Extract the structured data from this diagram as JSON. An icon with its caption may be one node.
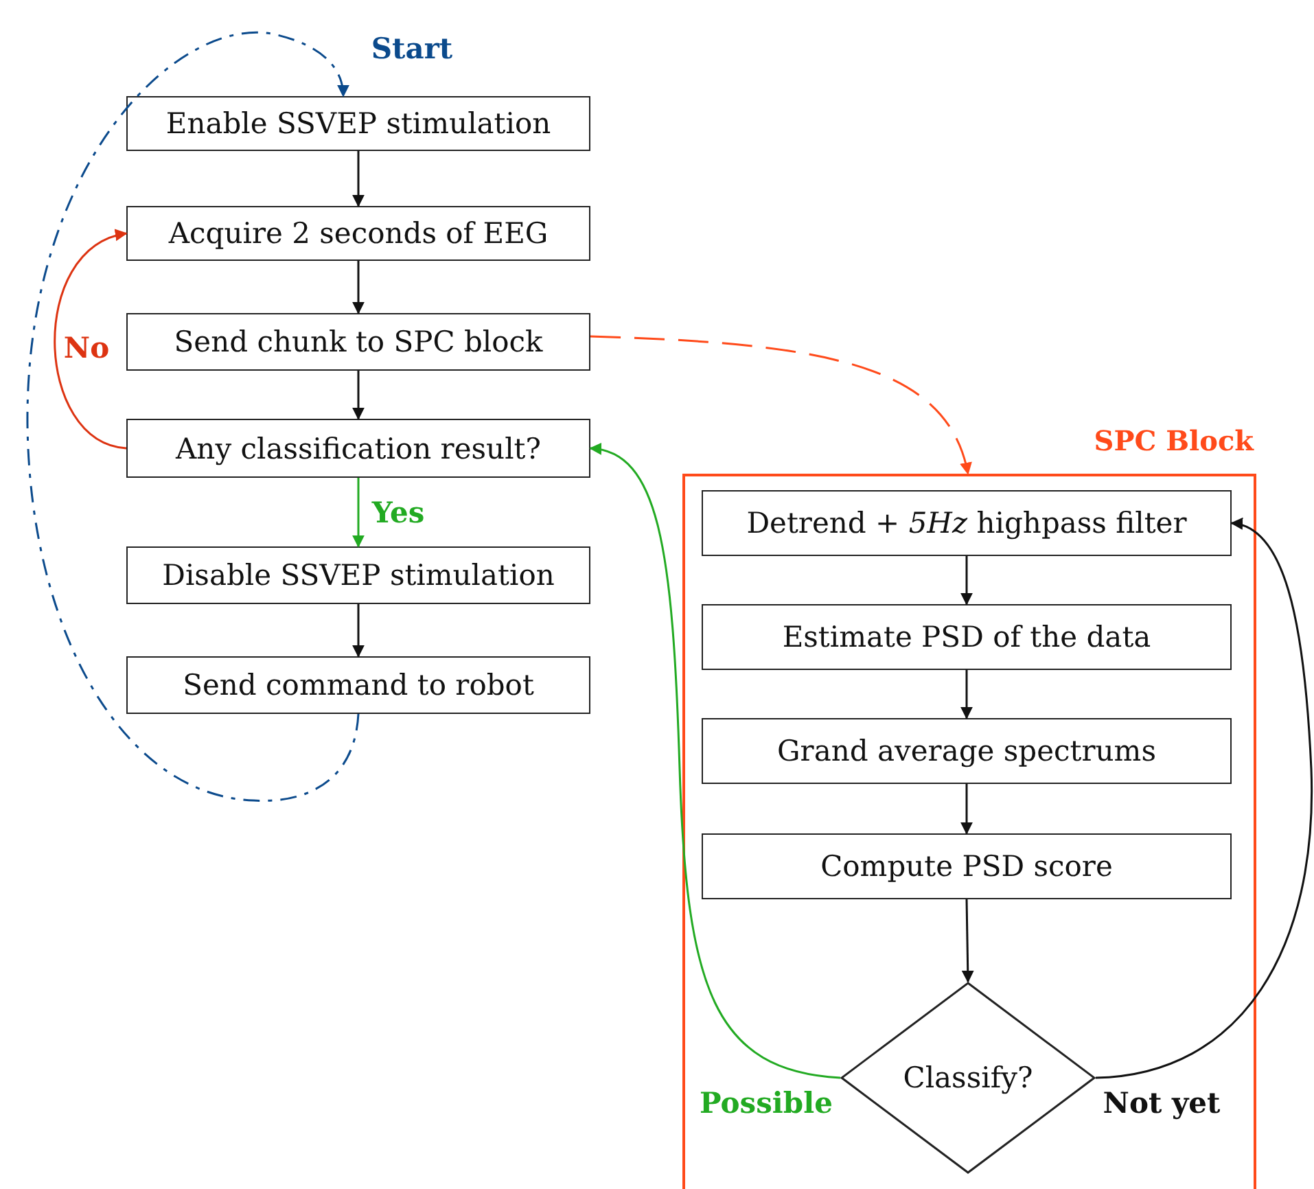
{
  "diagram": {
    "nodes": [
      {
        "text": [
          "Enable SSVEP stimulation"
        ]
      },
      {
        "text": [
          "Acquire 2 seconds of EEG"
        ]
      },
      {
        "text": [
          "Send chunk to SPC block"
        ]
      },
      {
        "text": [
          "Any classification result?"
        ]
      },
      {
        "text": [
          "Disable SSVEP stimulation"
        ]
      },
      {
        "text": [
          "Send command to robot"
        ]
      },
      {
        "text": [
          "SPC Block"
        ]
      },
      {
        "text": [
          "Detrend + *5Hz* highpass filter"
        ],
        "in": 6
      },
      {
        "text": [
          "Estimate PSD of the data"
        ],
        "in": 6
      },
      {
        "text": [
          "Grand average spectrums"
        ],
        "in": 6
      },
      {
        "text": [
          "Compute PSD score"
        ],
        "in": 6
      },
      {
        "text": [
          "Classify?"
        ],
        "in": 6
      }
    ],
    "edges": [
      {
        "from": 0,
        "to": 1,
        "arrow": "to"
      },
      {
        "from": 1,
        "to": 2,
        "arrow": "to"
      },
      {
        "from": 2,
        "to": 3,
        "arrow": "to"
      },
      {
        "from": 3,
        "to": 4,
        "arrow": "to",
        "label": "Yes",
        "color": "#22aa22"
      },
      {
        "from": 4,
        "to": 5,
        "arrow": "to"
      },
      {
        "from": 5,
        "to": 0,
        "arrow": "to",
        "label": "Start",
        "style": "dashed",
        "color": "#0b4a8c"
      },
      {
        "from": 3,
        "to": 1,
        "arrow": "to",
        "label": "No",
        "color": "#dd3311"
      },
      {
        "from": 2,
        "to": 6,
        "arrow": "to",
        "style": "dashed",
        "color": "#ff4a1a"
      },
      {
        "from": 7,
        "to": 8,
        "arrow": "to"
      },
      {
        "from": 8,
        "to": 9,
        "arrow": "to"
      },
      {
        "from": 9,
        "to": 10,
        "arrow": "to"
      },
      {
        "from": 10,
        "to": 11,
        "arrow": "to"
      },
      {
        "from": 11,
        "to": 3,
        "arrow": "to",
        "label": "Possible",
        "color": "#22aa22"
      },
      {
        "from": 11,
        "to": 7,
        "arrow": "to",
        "label": "Not yet"
      }
    ]
  }
}
